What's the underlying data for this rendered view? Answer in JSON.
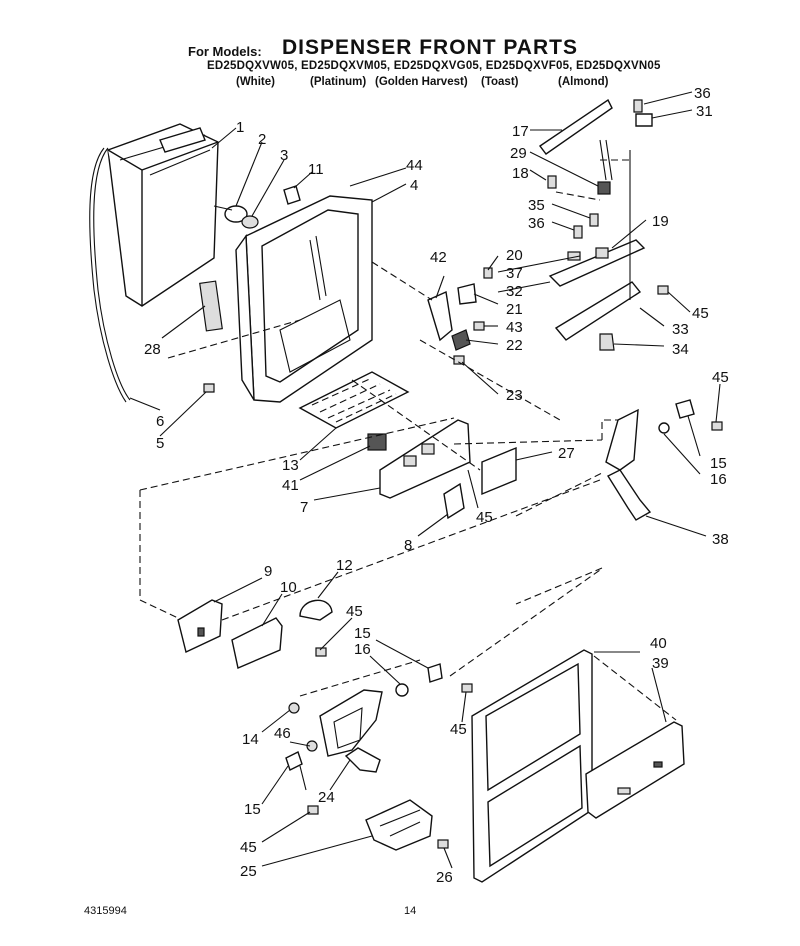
{
  "header": {
    "for_models_label": "For Models:",
    "title": "DISPENSER FRONT PARTS",
    "models": "ED25DQXVW05, ED25DQXVM05, ED25DQXVG05, ED25DQXVF05, ED25DQXVN05",
    "colors": [
      "(White)",
      "(Platinum)",
      "(Golden Harvest)",
      "(Toast)",
      "(Almond)"
    ]
  },
  "callouts": [
    "1",
    "2",
    "3",
    "11",
    "44",
    "4",
    "36",
    "31",
    "17",
    "29",
    "18",
    "35",
    "36",
    "19",
    "20",
    "37",
    "21",
    "32",
    "42",
    "43",
    "22",
    "23",
    "45",
    "33",
    "34",
    "28",
    "6",
    "5",
    "13",
    "41",
    "7",
    "27",
    "45",
    "8",
    "45",
    "15",
    "16",
    "38",
    "9",
    "12",
    "10",
    "45",
    "15",
    "16",
    "40",
    "39",
    "14",
    "46",
    "45",
    "15",
    "24",
    "45",
    "25",
    "26"
  ],
  "footer": {
    "doc_number": "4315994",
    "page_number": "14"
  }
}
